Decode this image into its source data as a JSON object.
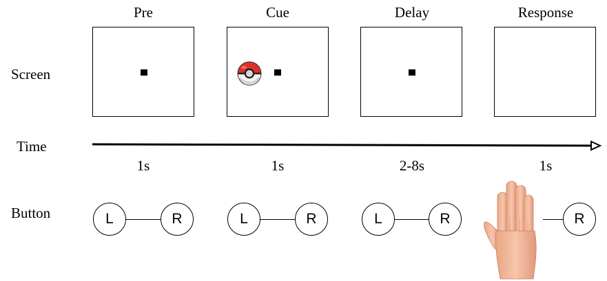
{
  "row_labels": {
    "screen": "Screen",
    "time": "Time",
    "button": "Button"
  },
  "stages": [
    {
      "title": "Pre",
      "duration": "1s"
    },
    {
      "title": "Cue",
      "duration": "1s"
    },
    {
      "title": "Delay",
      "duration": "2-8s"
    },
    {
      "title": "Response",
      "duration": "1s"
    }
  ],
  "buttons": {
    "left": "L",
    "right": "R"
  },
  "icons": {
    "cue_stimulus": "pokeball-icon",
    "response": "hand-icon"
  },
  "colors": {
    "pokeball_red": "#d9322b",
    "line": "#000000",
    "skin": "#f1b89a"
  }
}
